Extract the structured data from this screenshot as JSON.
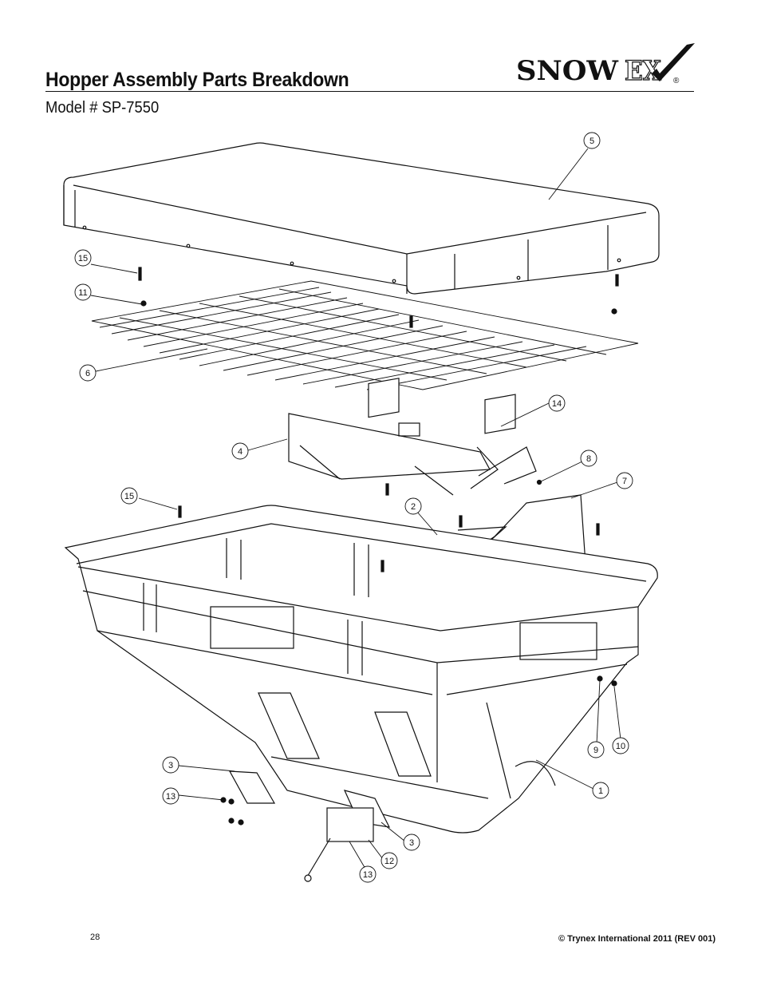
{
  "header": {
    "title": "Hopper Assembly Parts Breakdown",
    "subtitle": "Model # SP-7550",
    "logo_text_main": "SNOW",
    "logo_text_ex": "EX",
    "logo_registered": "®"
  },
  "callouts": [
    {
      "id": "c5",
      "label": "5"
    },
    {
      "id": "c15a",
      "label": "15"
    },
    {
      "id": "c11",
      "label": "11"
    },
    {
      "id": "c6",
      "label": "6"
    },
    {
      "id": "c14",
      "label": "14"
    },
    {
      "id": "c4",
      "label": "4"
    },
    {
      "id": "c8",
      "label": "8"
    },
    {
      "id": "c7",
      "label": "7"
    },
    {
      "id": "c15b",
      "label": "15"
    },
    {
      "id": "c2",
      "label": "2"
    },
    {
      "id": "c9",
      "label": "9"
    },
    {
      "id": "c10",
      "label": "10"
    },
    {
      "id": "c1",
      "label": "1"
    },
    {
      "id": "c3a",
      "label": "3"
    },
    {
      "id": "c13a",
      "label": "13"
    },
    {
      "id": "c3b",
      "label": "3"
    },
    {
      "id": "c12",
      "label": "12"
    },
    {
      "id": "c13b",
      "label": "13"
    }
  ],
  "footer": {
    "page_number": "28",
    "copyright": "© Trynex International 2011  (REV 001)"
  }
}
